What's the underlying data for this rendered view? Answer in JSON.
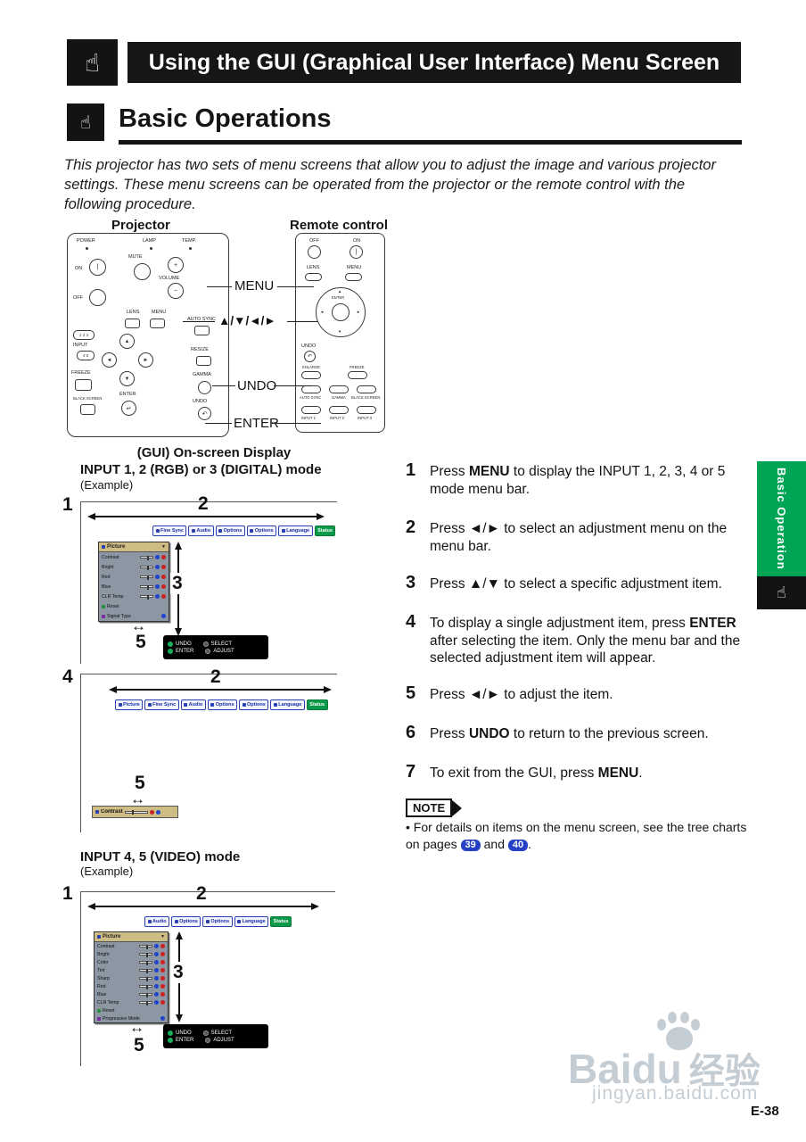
{
  "header": {
    "title": "Using the GUI (Graphical User Interface) Menu Screen"
  },
  "section": {
    "title": "Basic Operations"
  },
  "intro": "This projector has two sets of menu screens that allow you to adjust the image and various projector settings. These menu screens can be operated from the projector or the remote control with the following procedure.",
  "diagram": {
    "projector_label": "Projector",
    "remote_label": "Remote control",
    "callout_menu": "MENU",
    "callout_arrows": "▲/▼/◄/►",
    "callout_undo": "UNDO",
    "callout_enter": "ENTER",
    "projector": {
      "power": "POWER",
      "lamp": "LAMP",
      "temp": "TEMP.",
      "on": "ON",
      "mute": "MUTE",
      "volume": "VOLUME",
      "off": "OFF",
      "lens": "LENS",
      "menu": "MENU",
      "auto_sync": "AUTO SYNC",
      "input": "INPUT",
      "pill123": "1 2 3",
      "pill45": "4 5",
      "resize": "RESIZE",
      "freeze": "FREEZE",
      "gamma": "GAMMA",
      "black_screen": "BLACK SCREEN",
      "enter": "ENTER",
      "undo": "UNDO"
    },
    "remote": {
      "off": "OFF",
      "on": "ON",
      "lens": "LENS",
      "menu": "MENU",
      "enter": "ENTER",
      "undo": "UNDO",
      "enlarge": "ENLARGE",
      "freeze": "FREEZE",
      "auto_sync": "AUTO SYNC",
      "gamma": "GAMMA",
      "black_screen": "BLACK SCREEN",
      "input1": "INPUT 1",
      "input2": "INPUT 2",
      "input3": "INPUT 3"
    }
  },
  "gui": {
    "heading": "(GUI) On-screen Display",
    "mode1_title": "INPUT 1, 2 (RGB) or 3 (DIGITAL) mode",
    "mode1_example": "(Example)",
    "mode2_title": "INPUT 4, 5 (VIDEO) mode",
    "mode2_example": "(Example)",
    "numbers": {
      "n1": "1",
      "n2": "2",
      "n3": "3",
      "n4": "4",
      "n5": "5"
    },
    "adjust_arrow": "↔",
    "menubar1": [
      "Fine Sync",
      "Audio",
      "Options",
      "Options",
      "Language",
      "Status"
    ],
    "menubar2": [
      "Picture",
      "Fine Sync",
      "Audio",
      "Options",
      "Options",
      "Language",
      "Status"
    ],
    "menubar3": [
      "Audio",
      "Options",
      "Options",
      "Language",
      "Status"
    ],
    "picture_menu1": {
      "title": "Picture",
      "items": [
        "Contrast",
        "Bright",
        "Red",
        "Blue",
        "CLR Temp",
        "Reset",
        "Signal Type"
      ]
    },
    "picture_menu2": {
      "title": "Picture",
      "items": [
        "Contrast",
        "Bright",
        "Color",
        "Tint",
        "Sharp",
        "Red",
        "Blue",
        "CLR Temp",
        "Reset",
        "Progressive Mode"
      ]
    },
    "slider_label": "Contrast",
    "legend": {
      "undo": "UNDO",
      "select": "SELECT",
      "enter": "ENTER",
      "adjust": "ADJUST"
    }
  },
  "steps": [
    {
      "num": "1",
      "pre": "Press ",
      "bold": "MENU",
      "post": " to display the INPUT 1, 2, 3, 4 or 5 mode menu bar."
    },
    {
      "num": "2",
      "pre": "Press ◄/► to select an adjustment menu on the menu bar.",
      "bold": "",
      "post": ""
    },
    {
      "num": "3",
      "pre": "Press ▲/▼ to select a specific adjustment item.",
      "bold": "",
      "post": ""
    },
    {
      "num": "4",
      "pre": "To display a single adjustment item, press ",
      "bold": "ENTER",
      "post": " after selecting the item. Only the menu bar and the selected adjustment item will appear."
    },
    {
      "num": "5",
      "pre": "Press ◄/► to adjust the item.",
      "bold": "",
      "post": ""
    },
    {
      "num": "6",
      "pre": "Press ",
      "bold": "UNDO",
      "post": " to return to the previous screen."
    },
    {
      "num": "7",
      "pre": "To exit from the GUI, press ",
      "bold": "MENU",
      "post": "."
    }
  ],
  "note": {
    "label": "NOTE",
    "pre": "For details on items on the menu screen, see the tree charts on pages ",
    "page1": "39",
    "and": " and ",
    "page2": "40",
    "end": "."
  },
  "sidebar": {
    "label": "Basic Operation"
  },
  "watermark": {
    "brand": "Baidu",
    "suffix": "经验",
    "url": "jingyan.baidu.com"
  },
  "footer": {
    "page": "E-38"
  }
}
